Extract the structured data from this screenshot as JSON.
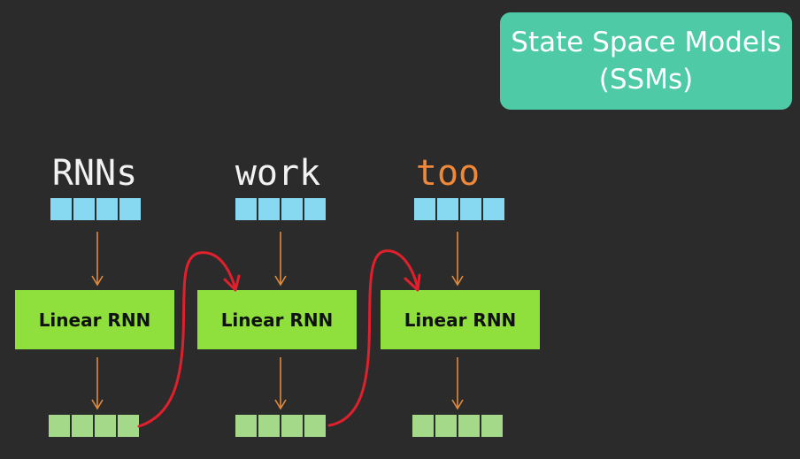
{
  "title": {
    "line1": "State Space Models",
    "line2": "(SSMs)"
  },
  "tokens": [
    {
      "text": "RNNs",
      "color": "#f2f2f2"
    },
    {
      "text": "work",
      "color": "#f2f2f2"
    },
    {
      "text": "too",
      "color": "#f0883a"
    }
  ],
  "blocks": [
    {
      "label": "Linear RNN"
    },
    {
      "label": "Linear RNN"
    },
    {
      "label": "Linear RNN"
    }
  ],
  "colors": {
    "background": "#2b2b2b",
    "title_box": "#4ecba6",
    "input_vector": "#87d8f1",
    "output_vector": "#a5d98a",
    "rnn_block": "#8fe03d",
    "arrow": "#e08a3c",
    "recurrence_arrow": "#e0202c"
  }
}
